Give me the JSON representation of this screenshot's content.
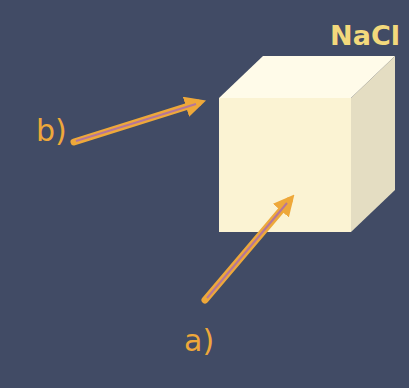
{
  "diagram": {
    "title": "NaCl",
    "labels": [
      "b)",
      "a)"
    ]
  }
}
